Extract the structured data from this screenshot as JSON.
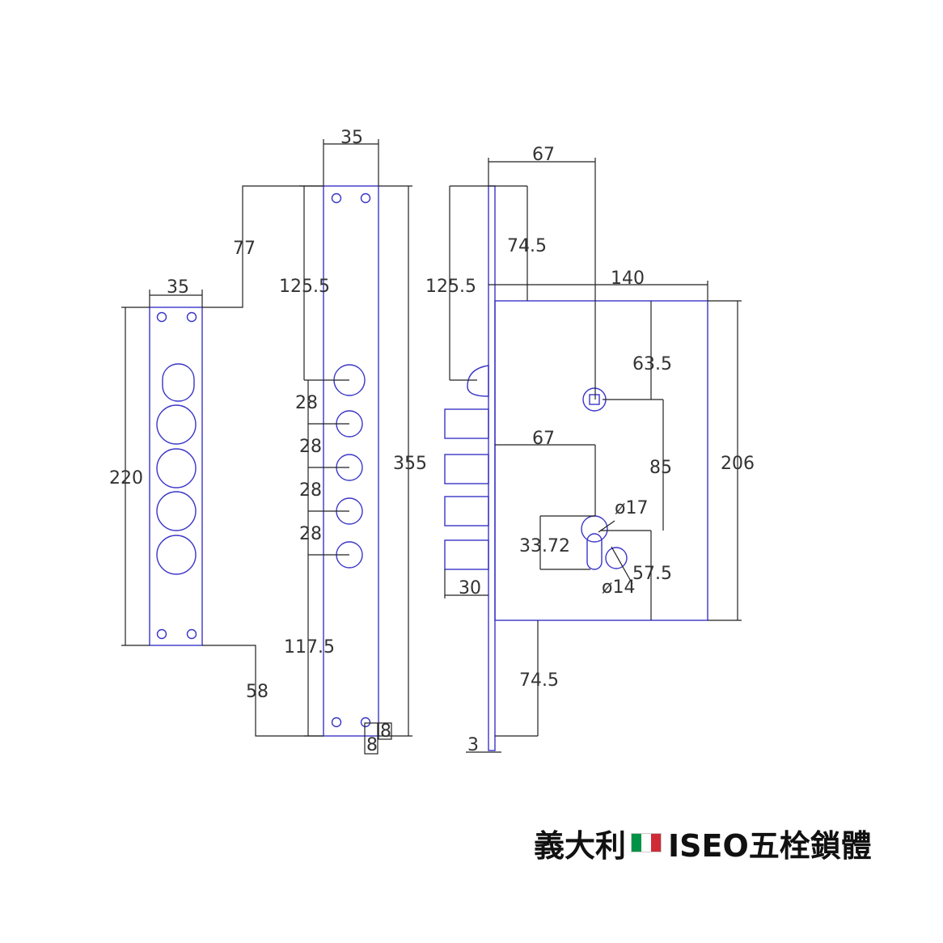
{
  "caption": {
    "prefix": "義大利",
    "suffix": "ISEO五栓鎖體",
    "flag_icon": "italy-flag-icon",
    "flag_colors": [
      "#009246",
      "#ffffff",
      "#ce2b37"
    ]
  },
  "colors": {
    "outline": "#3a35c8",
    "dimension": "#222222",
    "text": "#333333"
  },
  "dimensions": {
    "left_plate_width": "35",
    "left_plate_height": "220",
    "left_top_offset": "77",
    "left_bottom_offset": "58",
    "mid_plate_width": "35",
    "mid_top_to_bolt": "125.5",
    "bolt_spacing_1": "28",
    "bolt_spacing_2": "28",
    "bolt_spacing_3": "28",
    "bolt_spacing_4": "28",
    "mid_bottom": "117.5",
    "mid_height": "355",
    "mid_bottom_small_a": "8",
    "mid_bottom_small_b": "8",
    "side_backset_top": "67",
    "side_top_745": "74.5",
    "side_top_1255": "125.5",
    "side_case_width": "140",
    "side_635": "63.5",
    "side_backset_cyl": "67",
    "side_85": "85",
    "side_206": "206",
    "side_phi17": "ø17",
    "side_3372": "33.72",
    "side_575": "57.5",
    "side_phi14": "ø14",
    "side_30": "30",
    "side_bottom_745": "74.5",
    "side_3": "3"
  }
}
